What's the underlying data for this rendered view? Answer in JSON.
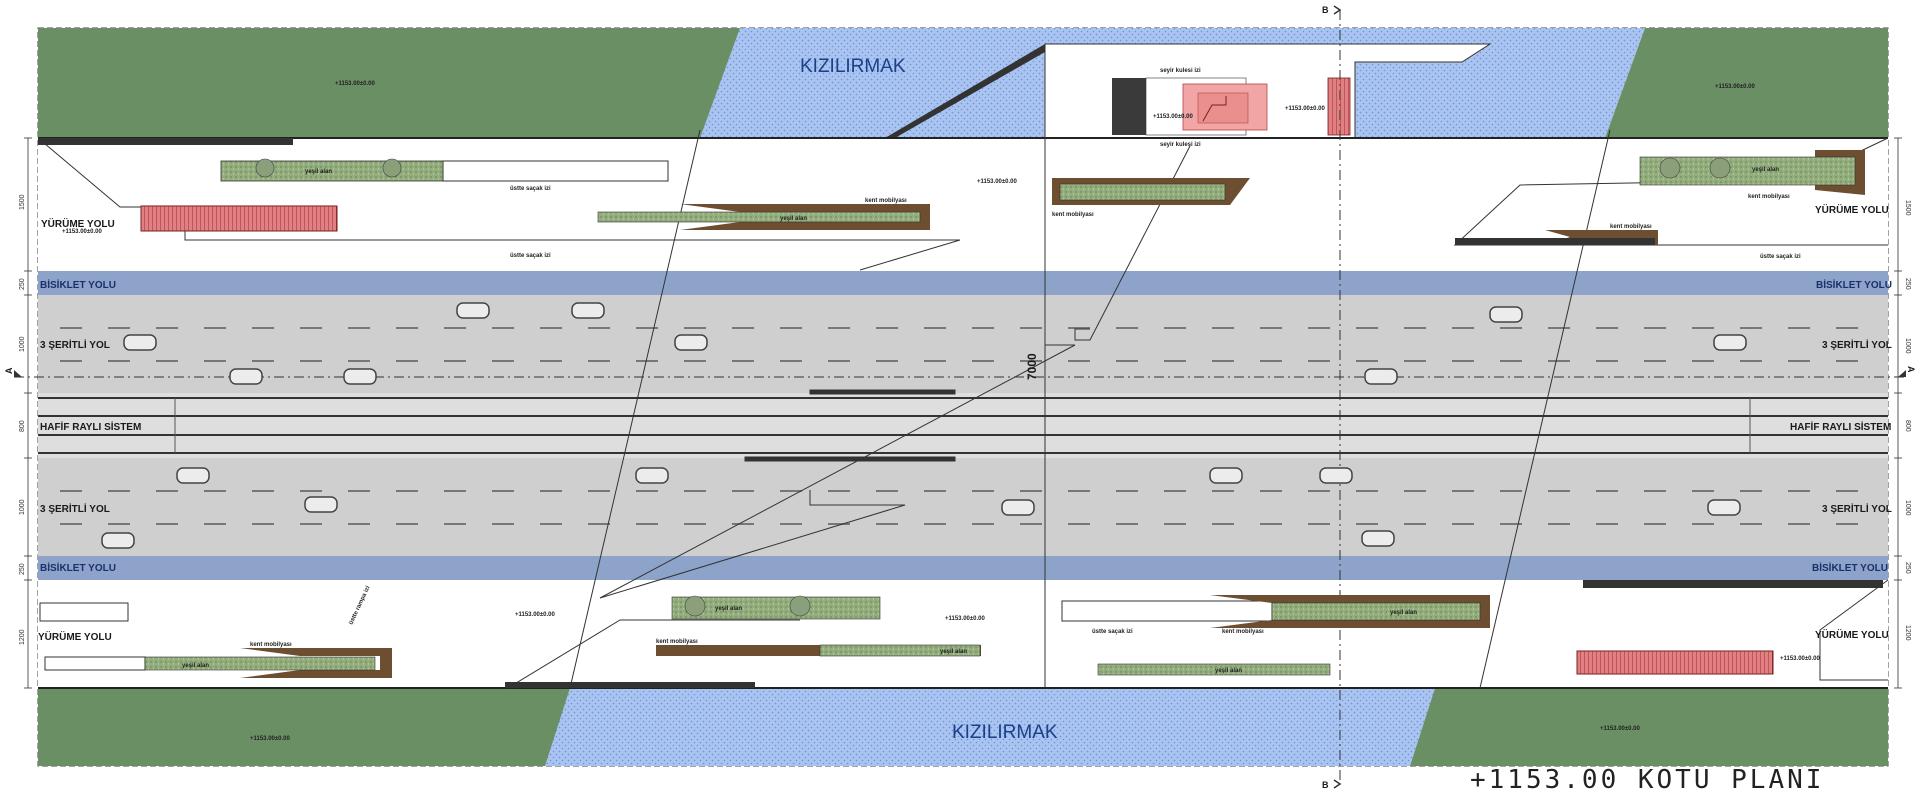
{
  "colors": {
    "park_green": "#6b8f64",
    "river_blue": "#a9c4f0",
    "bike_lane": "#8ea3c9",
    "road_gray": "#cfcfcf",
    "rail_gray": "#d9d9d9",
    "bench_brown": "#6e4e31",
    "planter_green": "#93ad7d",
    "red_structure": "#e07b7b",
    "tower_pink": "#f1a5a5"
  },
  "labels": {
    "river_top": "KIZILIRMAK",
    "river_bottom": "KIZILIRMAK",
    "walkway_left_top": "YÜRÜME YOLU",
    "walkway_right_top": "YÜRÜME YOLU",
    "walkway_left_bottom": "YÜRÜME YOLU",
    "walkway_right_bottom": "YÜRÜME YOLU",
    "bike_left_top": "BİSİKLET YOLU",
    "bike_right_top": "BİSİKLET YOLU",
    "bike_left_bottom": "BİSİKLET YOLU",
    "bike_right_bottom": "BİSİKLET YOLU",
    "road_left_top": "3 ŞERİTLİ YOL",
    "road_right_top": "3 ŞERİTLİ YOL",
    "road_left_bottom": "3 ŞERİTLİ YOL",
    "road_right_bottom": "3 ŞERİTLİ YOL",
    "rail_left": "HAFİF RAYLI SİSTEM",
    "rail_right": "HAFİF RAYLI SİSTEM",
    "section_a_left": "A",
    "section_a_right": "A",
    "section_b_top": "B",
    "section_b_bottom": "B",
    "plan_title": "+1153.00 KOTU PLANI",
    "center_dim": "7000"
  },
  "annotations": {
    "yesil_alan": "yeşil alan",
    "kent_mobilyasi": "kent mobilyası",
    "ustte_sacak_izi": "üstte saçak izi",
    "seyir_kulesi_izi": "seyir kulesi izi",
    "ustte_rampa_izi": "üstte rampa izi",
    "level_mark": "+1153.00±0.00"
  },
  "dimensions": {
    "walk_top": "1500",
    "bike_top": "250",
    "road_top": "1000",
    "rail": "800",
    "road_bottom": "1000",
    "bike_bottom": "250",
    "walk_bottom": "1200"
  }
}
